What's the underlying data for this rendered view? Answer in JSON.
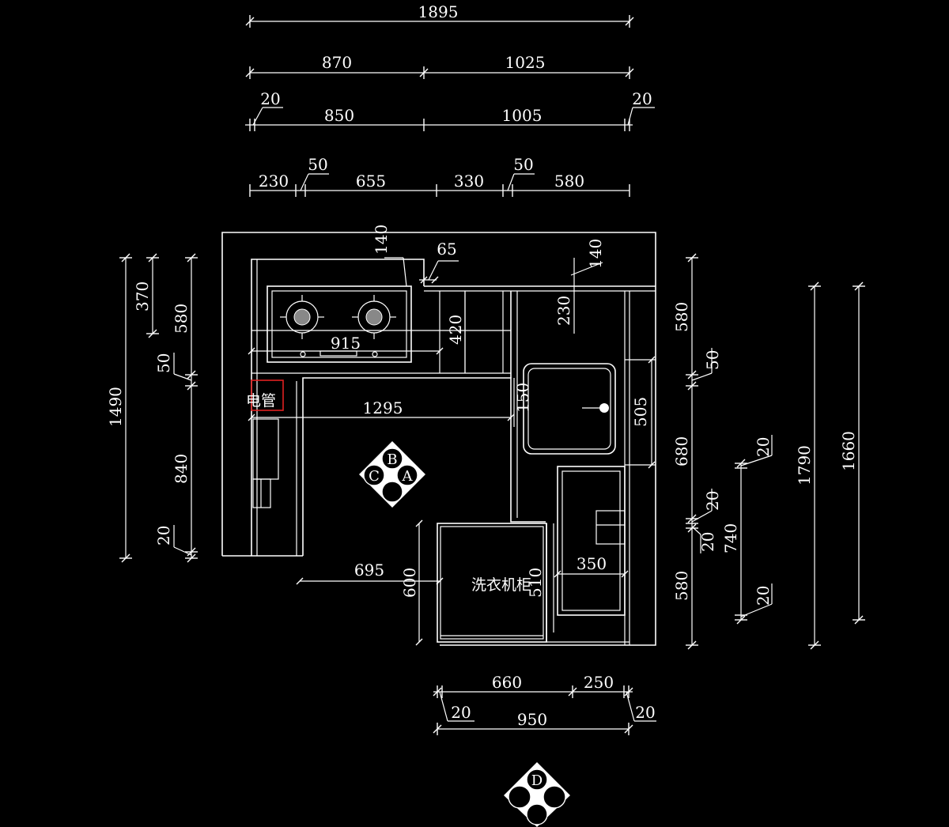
{
  "drawing": {
    "colors": {
      "background": "#000000",
      "line": "#ffffff",
      "highlight": "#e02020"
    },
    "labels": {
      "electric_pipe": "电管",
      "washer_cabinet": "洗衣机柜"
    },
    "markers": [
      "A",
      "B",
      "C",
      "D"
    ],
    "top_dims": {
      "overall": "1895",
      "row1": [
        "870",
        "1025"
      ],
      "row2": [
        "850",
        "1005"
      ],
      "row2_ends": [
        "20",
        "20"
      ],
      "row3": [
        "230",
        "655",
        "330",
        "580"
      ],
      "row3_small": [
        "50",
        "50"
      ]
    },
    "left_dims": {
      "d1490": "1490",
      "d370": "370",
      "d580": "580",
      "d50": "50",
      "d840": "840",
      "d20": "20"
    },
    "right_dims": {
      "d580a": "580",
      "d50": "50",
      "d680": "680",
      "d20a": "20",
      "d20b": "20",
      "d580b": "580",
      "d740": "740",
      "d20c": "20",
      "d20d": "20",
      "d1790": "1790",
      "d1660": "1660"
    },
    "inner_dims": {
      "d140a": "140",
      "d65": "65",
      "d140b": "140",
      "d230": "230",
      "d420": "420",
      "d915": "915",
      "d1295": "1295",
      "d150": "150",
      "d505": "505",
      "d695": "695",
      "d600": "600",
      "d510": "510",
      "d350": "350"
    },
    "bottom_dims": {
      "d660": "660",
      "d250": "250",
      "d950": "950",
      "d20a": "20",
      "d20b": "20"
    }
  }
}
